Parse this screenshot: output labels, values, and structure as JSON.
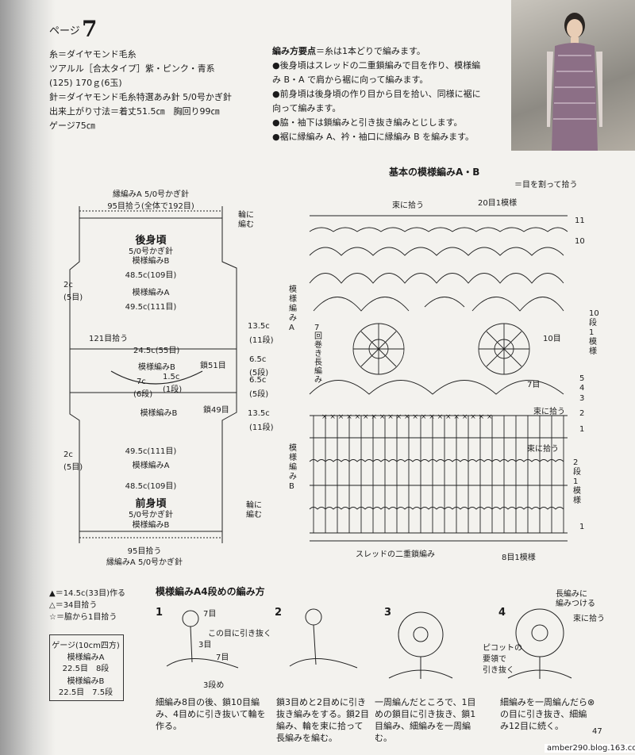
{
  "header": {
    "page_label": "ページ",
    "number": "7"
  },
  "materials": [
    "糸＝ダイヤモンド毛糸",
    "ツアルル［合太タイプ］紫・ピンク・青系",
    "(125) 170ｇ(6玉)",
    "針＝ダイヤモンド毛糸特選あみ針 5/0号かぎ針",
    "出来上がり寸法＝着丈51.5㎝　胸回り99㎝",
    "ゲージ75㎝"
  ],
  "instructions": {
    "title": "編み方要点",
    "note": "＝糸は1本どりで編みます。",
    "lines": [
      "●後身頃はスレッドの二重鎖編みで目を作り、模様編",
      "み B・A で肩から裾に向って編みます。",
      "●前身頃は後身頃の作り目から目を拾い、同様に裾に",
      "向って編みます。",
      "●脇・袖下は鎖編みと引き抜き編みとじします。",
      "●裾に縁編み A、衿・袖口に縁編み B を編みます。"
    ]
  },
  "schematic": {
    "edge_top": "縁編みA 5/0号かぎ針",
    "pickup_top": "95目拾う(全体で192目)",
    "loop": "輪に編む",
    "back_title": "後身頃",
    "front_title": "前身頃",
    "hook": "5/0号かぎ針",
    "pattern_b": "模様編みB",
    "pattern_a": "模様編みA",
    "w48": "48.5c(109目)",
    "w49": "49.5c(111目)",
    "side_2c": "2c",
    "side_5": "(5目)",
    "a13": "13.5c",
    "a11": "(11段)",
    "pickup121": "121目拾う",
    "w24": "24.5c(55目)",
    "s65": "6.5c",
    "s5": "(5段)",
    "chain51": "鎖51目",
    "chain49": "鎖49目",
    "n15": "1.5c",
    "n1row": "(1段)",
    "n7c": "7c",
    "n6row": "(6段)",
    "pickup_bottom": "95目拾う",
    "edge_bottom": "縁編みA 5/0号かぎ針"
  },
  "chart": {
    "title": "基本の模様編みA・B",
    "legend_split": "＝目を割って拾う",
    "bundle": "束に拾う",
    "repeat20": "20目1模様",
    "seven": "7目",
    "rows": {
      "r11": "11",
      "r10": "10",
      "repeat10": "10段1模様",
      "r10side": "10目",
      "r5": "5",
      "r4": "4",
      "r3": "3",
      "r2": "2",
      "r1": "1",
      "repeat2": "2段1模様"
    },
    "pattern_a_vertical": "模様編みA",
    "pattern_b_vertical": "模様編みB",
    "seven_roll": "7回巻き長編み",
    "thread_chain": "スレッドの二重鎖編み",
    "repeat8": "8目1模様"
  },
  "legend": [
    "▲＝14.5c(33目)作る",
    "△＝34目拾う",
    "☆＝脇から1目拾う"
  ],
  "gauge": {
    "title": "ゲージ(10cm四方)",
    "a_label": "模様編みA",
    "a_value": "22.5目　8段",
    "b_label": "模様編みB",
    "b_value": "22.5目　7.5段"
  },
  "steps": {
    "title": "模様編みA4段めの編み方",
    "items": [
      {
        "num": "1",
        "a": "7目",
        "b": "この目に引き抜く",
        "c": "3目",
        "d": "7目",
        "e": "3段め",
        "text": "細編み8目の後、鎖10目編み、4目めに引き抜いて輪を作る。"
      },
      {
        "num": "2",
        "text": "鎖3目めと2目めに引き抜き編みをする。鎖2目編み、輪を束に拾って長編みを編む。"
      },
      {
        "num": "3",
        "text": "一周編んだところで、1目めの鎖目に引き抜き、鎖1目編み、細編みを一周編む。"
      },
      {
        "num": "4",
        "a": "長編みに",
        "b": "編みつける",
        "c": "束に拾う",
        "d": "ピコットの",
        "e": "要領で",
        "f": "引き抜く",
        "text": "細編みを一周編んだら⊗の目に引き抜き、細編み12目に続く。"
      }
    ]
  },
  "footer": {
    "page": "47",
    "watermark": "amber290.blog.163.com"
  }
}
